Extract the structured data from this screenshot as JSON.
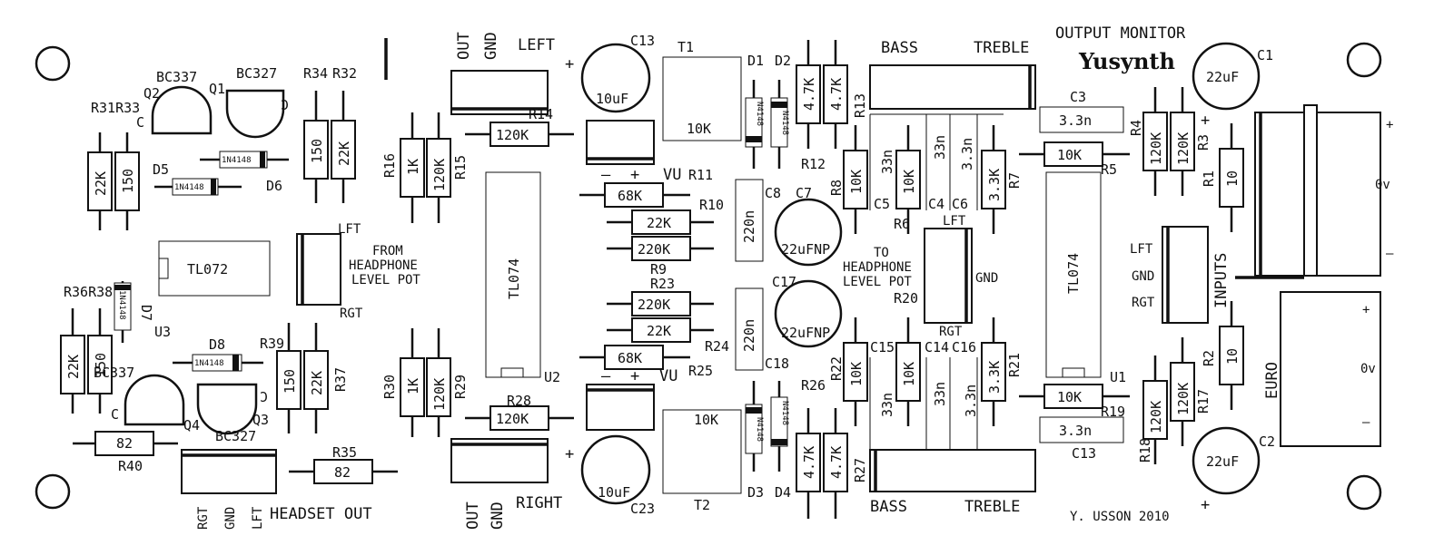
{
  "board": {
    "title": "OUTPUT MONITOR",
    "brand": "Yusynth",
    "credit": "Y. USSON 2010",
    "euro": "EURO",
    "inputs": "INPUTS",
    "headset_out": "HEADSET OUT"
  },
  "sections": {
    "left": "LEFT",
    "right": "RIGHT",
    "out": "OUT",
    "gnd": "GND",
    "bass": "BASS",
    "treble": "TREBLE",
    "vu": "VU",
    "lft": "LFT",
    "rgt": "RGT",
    "from_hp_1": "FROM",
    "from_hp_2": "HEADPHONE",
    "from_hp_3": "LEVEL POT",
    "to_hp_1": "TO",
    "to_hp_2": "HEADPHONE",
    "to_hp_3": "LEVEL POT",
    "zero_v": "0v",
    "plus": "+",
    "minus": "–"
  },
  "refs": {
    "R1": "R1",
    "R2": "R2",
    "R3": "R3",
    "R4": "R4",
    "R5": "R5",
    "R6": "R6",
    "R7": "R7",
    "R8": "R8",
    "R9": "R9",
    "R10": "R10",
    "R11": "R11",
    "R12": "R12",
    "R13": "R13",
    "R14": "R14",
    "R15": "R15",
    "R16": "R16",
    "R17": "R17",
    "R18": "R18",
    "R19": "R19",
    "R20": "R20",
    "R21": "R21",
    "R22": "R22",
    "R23": "R23",
    "R24": "R24",
    "R25": "R25",
    "R26": "R26",
    "R27": "R27",
    "R28": "R28",
    "R29": "R29",
    "R30": "R30",
    "R31R33": "R31R33",
    "R32": "R32",
    "R34": "R34",
    "R35": "R35",
    "R36R38": "R36R38",
    "R37": "R37",
    "R39": "R39",
    "R40": "R40",
    "C1": "C1",
    "C2": "C2",
    "C3": "C3",
    "C4": "C4",
    "C5": "C5",
    "C6": "C6",
    "C7": "C7",
    "C8": "C8",
    "C13": "C13",
    "C14": "C14",
    "C15": "C15",
    "C16": "C16",
    "C17": "C17",
    "C18": "C18",
    "C23": "C23",
    "Q1": "Q1",
    "Q2": "Q2",
    "Q3": "Q3",
    "Q4": "Q4",
    "D1": "D1",
    "D2": "D2",
    "D3": "D3",
    "D4": "D4",
    "D5": "D5",
    "D6": "D6",
    "D7": "D7",
    "D8": "D8",
    "T1": "T1",
    "T2": "T2",
    "U1": "U1",
    "U2": "U2",
    "U3": "U3"
  },
  "values": {
    "k120": "120K",
    "k1": "1K",
    "k22": "22K",
    "k68": "68K",
    "k220": "220K",
    "k10": "10K",
    "k47": "4.7K",
    "k33": "3.3K",
    "r150": "150",
    "r82": "82",
    "r10": "10",
    "n33": "33n",
    "n3_3": "3.3n",
    "n220": "220n",
    "uf10": "10uF",
    "uf22": "22uF",
    "ufnp22": "22uFNP",
    "bc337": "BC337",
    "bc327": "BC327",
    "tl072": "TL072",
    "tl074": "TL074",
    "d1n4148": "1N4148",
    "n4148": "N4148",
    "c_pin": "C"
  }
}
